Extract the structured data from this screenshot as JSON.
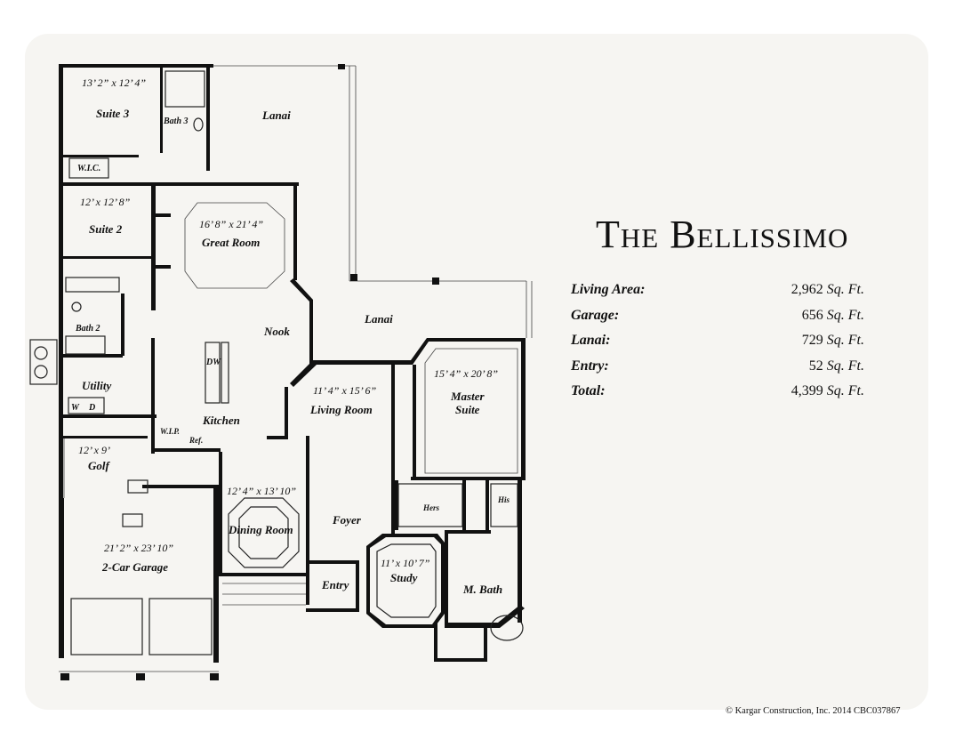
{
  "title": "The Bellissimo",
  "stats": [
    {
      "label": "Living Area:",
      "value": "2,962",
      "unit": "Sq. Ft."
    },
    {
      "label": "Garage:",
      "value": "656",
      "unit": "Sq. Ft."
    },
    {
      "label": "Lanai:",
      "value": "729",
      "unit": "Sq. Ft."
    },
    {
      "label": "Entry:",
      "value": "52",
      "unit": "Sq. Ft."
    },
    {
      "label": "Total:",
      "value": "4,399",
      "unit": "Sq. Ft."
    }
  ],
  "copyright": "© Kargar Construction, Inc. 2014 CBC037867",
  "rooms": {
    "suite3": {
      "name": "Suite 3",
      "dim": "13’ 2” x 12’ 4”"
    },
    "bath3": "Bath 3",
    "wic": "W.I.C.",
    "lanai_top": "Lanai",
    "suite2": {
      "name": "Suite 2",
      "dim": "12’ x 12’ 8”"
    },
    "great_room": {
      "name": "Great Room",
      "dim": "16’ 8” x 21’ 4”"
    },
    "bath2": "Bath 2",
    "nook": "Nook",
    "lanai_mid": "Lanai",
    "utility": "Utility",
    "washer": "W",
    "dryer": "D",
    "dw": "DW",
    "kitchen": "Kitchen",
    "wip": "W.I.P.",
    "ref": "Ref.",
    "living_room": {
      "name": "Living Room",
      "dim": "11’ 4” x 15’ 6”"
    },
    "master_suite": {
      "name": "Master Suite",
      "line1": "Master",
      "line2": "Suite",
      "dim": "15’ 4” x 20’ 8”"
    },
    "golf": {
      "name": "Golf",
      "dim": "12’ x 9’"
    },
    "hers": "Hers",
    "his": "His",
    "dining_room": {
      "name": "Dining Room",
      "dim": "12’ 4” x 13’ 10”"
    },
    "foyer": "Foyer",
    "garage": {
      "name": "2-Car Garage",
      "dim": "21’ 2” x 23’ 10”"
    },
    "study": {
      "name": "Study",
      "dim": "11’ x 10’ 7”"
    },
    "entry": "Entry",
    "master_bath": "M. Bath"
  }
}
